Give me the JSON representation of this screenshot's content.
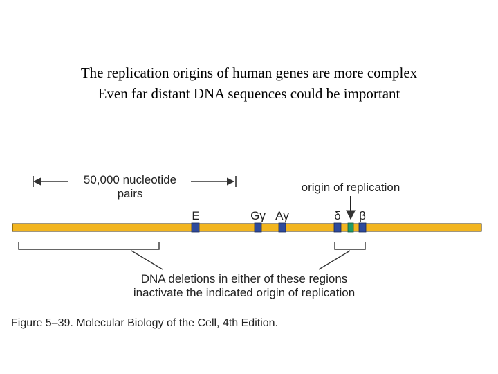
{
  "slide": {
    "title_line1": "The replication origins of human genes are more complex",
    "title_line2": "Even far distant DNA sequences could be important"
  },
  "figure": {
    "scale_label_line1": "50,000 nucleotide",
    "scale_label_line2": "pairs",
    "origin_label": "origin of replication",
    "gene_labels": [
      "E",
      "Gγ",
      "Aγ",
      "δ",
      "β"
    ],
    "deletion_note_line1": "DNA deletions in either of these regions",
    "deletion_note_line2": "inactivate the indicated origin of replication",
    "caption": "Figure 5–39. Molecular Biology of the Cell, 4th Edition."
  },
  "colors": {
    "dna_strand": "#f2b51f",
    "dna_outline": "#3d2e00",
    "gene_box": "#2e4a9c",
    "origin_box": "#1f9a6a",
    "line": "#333333"
  }
}
